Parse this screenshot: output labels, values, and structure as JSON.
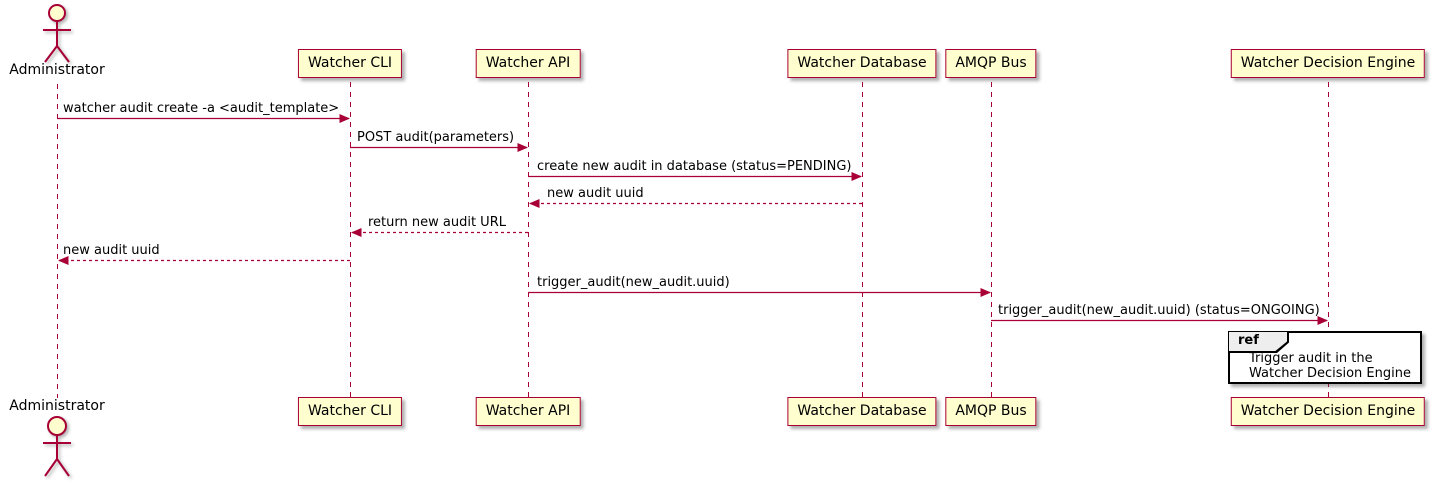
{
  "diagram_type": "uml-sequence-diagram",
  "colors": {
    "stroke": "#A80036",
    "participant_fill": "#FEFECE",
    "text": "#000000",
    "ref_header_fill": "#EEEEEE",
    "ref_border": "#000000",
    "background": "#FFFFFF"
  },
  "actor": {
    "name": "Administrator"
  },
  "participants": [
    {
      "name": "Watcher CLI"
    },
    {
      "name": "Watcher API"
    },
    {
      "name": "Watcher Database"
    },
    {
      "name": "AMQP Bus"
    },
    {
      "name": "Watcher Decision Engine"
    }
  ],
  "messages": [
    {
      "from": "Administrator",
      "to": "Watcher CLI",
      "style": "solid",
      "label": "watcher audit create -a <audit_template>"
    },
    {
      "from": "Watcher CLI",
      "to": "Watcher API",
      "style": "solid",
      "label": "POST audit(parameters)"
    },
    {
      "from": "Watcher API",
      "to": "Watcher Database",
      "style": "solid",
      "label": "create new audit in database (status=PENDING)"
    },
    {
      "from": "Watcher Database",
      "to": "Watcher API",
      "style": "dashed",
      "label": "new audit uuid"
    },
    {
      "from": "Watcher API",
      "to": "Watcher CLI",
      "style": "dashed",
      "label": "return new audit URL"
    },
    {
      "from": "Watcher CLI",
      "to": "Administrator",
      "style": "dashed",
      "label": "new audit uuid"
    },
    {
      "from": "Watcher API",
      "to": "AMQP Bus",
      "style": "solid",
      "label": "trigger_audit(new_audit.uuid)"
    },
    {
      "from": "AMQP Bus",
      "to": "Watcher Decision Engine",
      "style": "solid",
      "label": "trigger_audit(new_audit.uuid) (status=ONGOING)"
    }
  ],
  "ref": {
    "keyword": "ref",
    "line1": "Trigger audit in the",
    "line2": "Watcher Decision Engine"
  }
}
